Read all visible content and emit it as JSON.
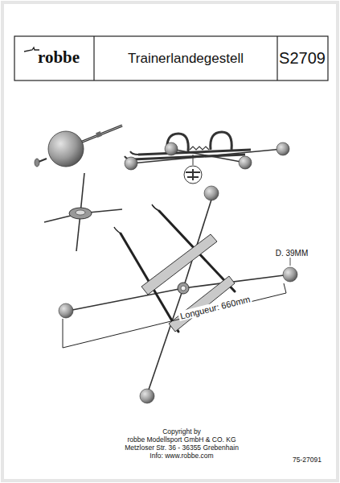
{
  "diagram": {
    "title": "Trainerlandegestell",
    "labels": [
      "robbe",
      "S2709",
      "D. 39MM",
      "Longueur: 660mm",
      "Copyright by",
      "robbe Modellsport GmbH & CO. KG",
      "Metzloser Str. 36 - 36355 Grebenhain",
      "Info: www.robbe.com",
      "75-27091"
    ]
  }
}
